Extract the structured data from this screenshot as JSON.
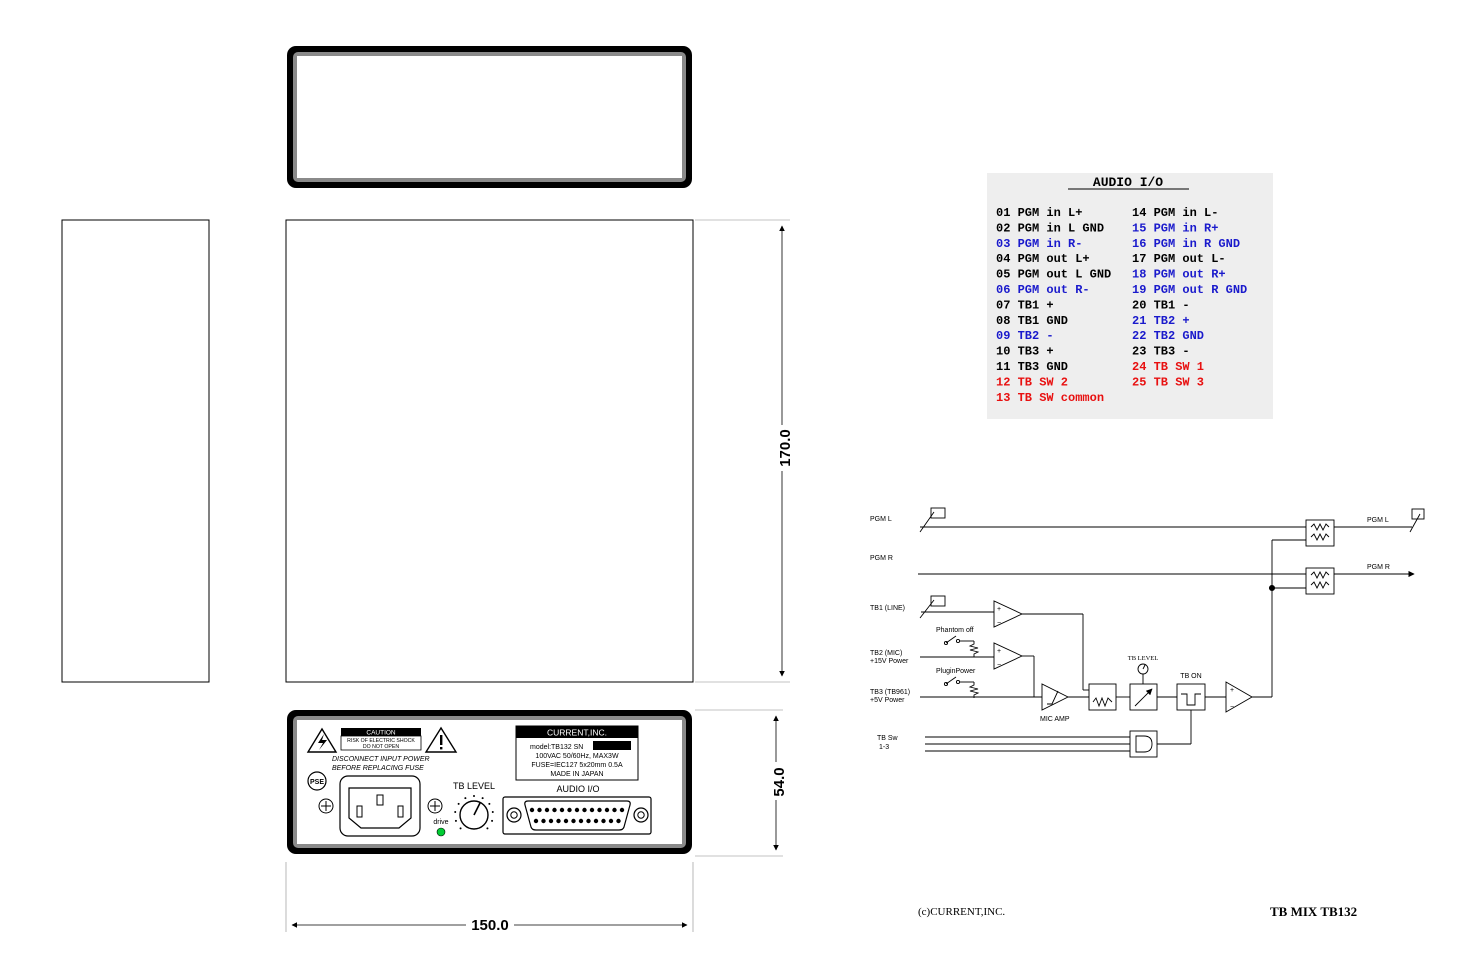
{
  "dims": {
    "height": "170.0",
    "depth": "54.0",
    "width": "150.0"
  },
  "rear_panel": {
    "caution_title": "CAUTION",
    "caution_line1": "RISK OF ELECTRIC SHOCK",
    "caution_line2": "DO NOT OPEN",
    "disconnect_line1": "DISCONNECT INPUT POWER",
    "disconnect_line2": "BEFORE REPLACING FUSE",
    "pse_mark": "PSE",
    "brand": "CURRENT,INC.",
    "label_model": "model:TB132 SN",
    "label_power": "100VAC 50/60Hz, MAX3W",
    "label_fuse": "FUSE=IEC127 5x20mm 0.5A",
    "label_origin": "MADE IN JAPAN",
    "tb_level": "TB LEVEL",
    "audio_io": "AUDIO I/O",
    "drive": "drive"
  },
  "pinout": {
    "title": "AUDIO I/O",
    "colors": {
      "black": "#000000",
      "blue": "#1a1acc",
      "red": "#e81010"
    },
    "left": [
      {
        "text": "01 PGM in L+",
        "color": "black"
      },
      {
        "text": "02 PGM in L GND",
        "color": "black"
      },
      {
        "text": "03 PGM in R-",
        "color": "blue"
      },
      {
        "text": "04 PGM out L+",
        "color": "black"
      },
      {
        "text": "05 PGM out L GND",
        "color": "black"
      },
      {
        "text": "06 PGM out R-",
        "color": "blue"
      },
      {
        "text": "07 TB1 +",
        "color": "black"
      },
      {
        "text": "08 TB1 GND",
        "color": "black"
      },
      {
        "text": "09 TB2 -",
        "color": "blue"
      },
      {
        "text": "10 TB3 +",
        "color": "black"
      },
      {
        "text": "11 TB3 GND",
        "color": "black"
      },
      {
        "text": "12 TB SW 2",
        "color": "red"
      },
      {
        "text": "13 TB SW common",
        "color": "red"
      }
    ],
    "right": [
      {
        "text": "14 PGM in L-",
        "color": "black"
      },
      {
        "text": "15 PGM in R+",
        "color": "blue"
      },
      {
        "text": "16 PGM in R GND",
        "color": "blue"
      },
      {
        "text": "17 PGM out L-",
        "color": "black"
      },
      {
        "text": "18 PGM out R+",
        "color": "blue"
      },
      {
        "text": "19 PGM out R GND",
        "color": "blue"
      },
      {
        "text": "20 TB1 -",
        "color": "black"
      },
      {
        "text": "21 TB2 +",
        "color": "blue"
      },
      {
        "text": "22 TB2 GND",
        "color": "blue"
      },
      {
        "text": "23 TB3 -",
        "color": "black"
      },
      {
        "text": "24 TB SW 1",
        "color": "red"
      },
      {
        "text": "25 TB SW 3",
        "color": "red"
      }
    ]
  },
  "block_diagram": {
    "pgm_l_in": "PGM L",
    "pgm_r_in": "PGM R",
    "pgm_l_out": "PGM L",
    "pgm_r_out": "PGM R",
    "tb1": "TB1 (LINE)",
    "phantom_off": "Phantom off",
    "tb2_line1": "TB2 (MIC)",
    "tb2_line2": "+15V Power",
    "plugin_power": "PluginPower",
    "tb3_line1": "TB3 (TB961)",
    "tb3_line2": "+5V Power",
    "mic_amp": "MIC AMP",
    "tb_level": "TB LEVEL",
    "tb_on": "TB ON",
    "tb_sw_line1": "TB Sw",
    "tb_sw_line2": "1-3",
    "plus": "+",
    "minus": "−"
  },
  "footer": {
    "copyright": "(c)CURRENT,INC.",
    "product": "TB MIX TB132"
  }
}
